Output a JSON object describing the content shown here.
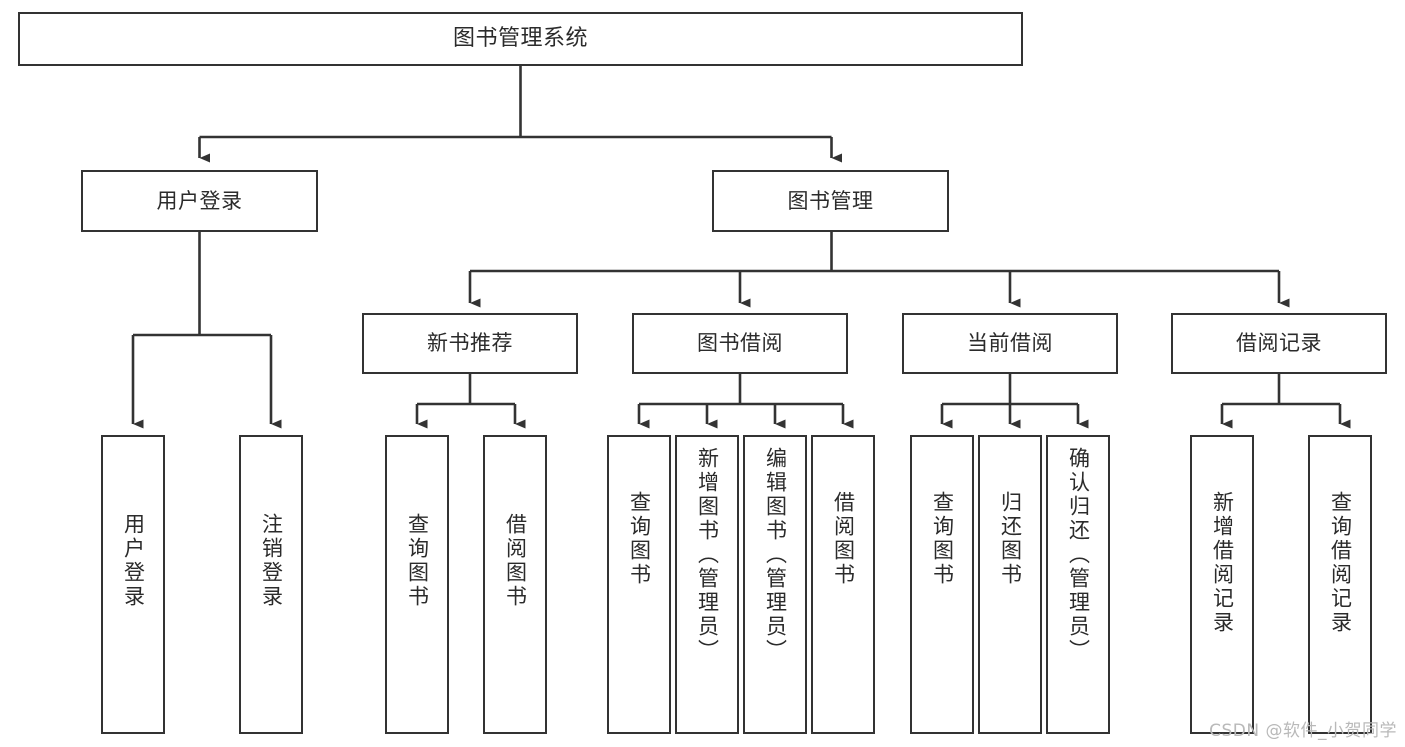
{
  "diagram": {
    "title": "图书管理系统",
    "type": "tree",
    "watermark": "CSDN @软件_小贺同学",
    "colors": {
      "background": "#ffffff",
      "box_border": "#333333",
      "box_fill": "#ffffff",
      "text": "#2b2b2b",
      "edge": "#333333",
      "watermark": "#b9b9b9"
    },
    "levels": {
      "level1": [
        {
          "id": "root",
          "label": "图书管理系统"
        }
      ],
      "level2": [
        {
          "id": "user-login",
          "label": "用户登录"
        },
        {
          "id": "book-manage",
          "label": "图书管理"
        }
      ],
      "level3": [
        {
          "id": "new-book-recommend",
          "label": "新书推荐",
          "parent": "book-manage"
        },
        {
          "id": "book-borrow",
          "label": "图书借阅",
          "parent": "book-manage"
        },
        {
          "id": "current-borrow",
          "label": "当前借阅",
          "parent": "book-manage"
        },
        {
          "id": "borrow-record",
          "label": "借阅记录",
          "parent": "book-manage"
        }
      ],
      "level4": [
        {
          "id": "leaf-user-login",
          "label": "用户登录",
          "parent": "user-login"
        },
        {
          "id": "leaf-logout",
          "label": "注销登录",
          "parent": "user-login"
        },
        {
          "id": "leaf-query-book-1",
          "label": "查询图书",
          "parent": "new-book-recommend"
        },
        {
          "id": "leaf-borrow-book-1",
          "label": "借阅图书",
          "parent": "new-book-recommend"
        },
        {
          "id": "leaf-query-book-2",
          "label": "查询图书",
          "parent": "book-borrow"
        },
        {
          "id": "leaf-add-book",
          "label": "新增图书（管理员）",
          "parent": "book-borrow"
        },
        {
          "id": "leaf-edit-book",
          "label": "编辑图书（管理员）",
          "parent": "book-borrow"
        },
        {
          "id": "leaf-borrow-book-2",
          "label": "借阅图书",
          "parent": "book-borrow"
        },
        {
          "id": "leaf-query-book-3",
          "label": "查询图书",
          "parent": "current-borrow"
        },
        {
          "id": "leaf-return-book",
          "label": "归还图书",
          "parent": "current-borrow"
        },
        {
          "id": "leaf-confirm-return",
          "label": "确认归还（管理员）",
          "parent": "current-borrow"
        },
        {
          "id": "leaf-add-record",
          "label": "新增借阅记录",
          "parent": "borrow-record"
        },
        {
          "id": "leaf-query-record",
          "label": "查询借阅记录",
          "parent": "borrow-record"
        }
      ]
    }
  }
}
